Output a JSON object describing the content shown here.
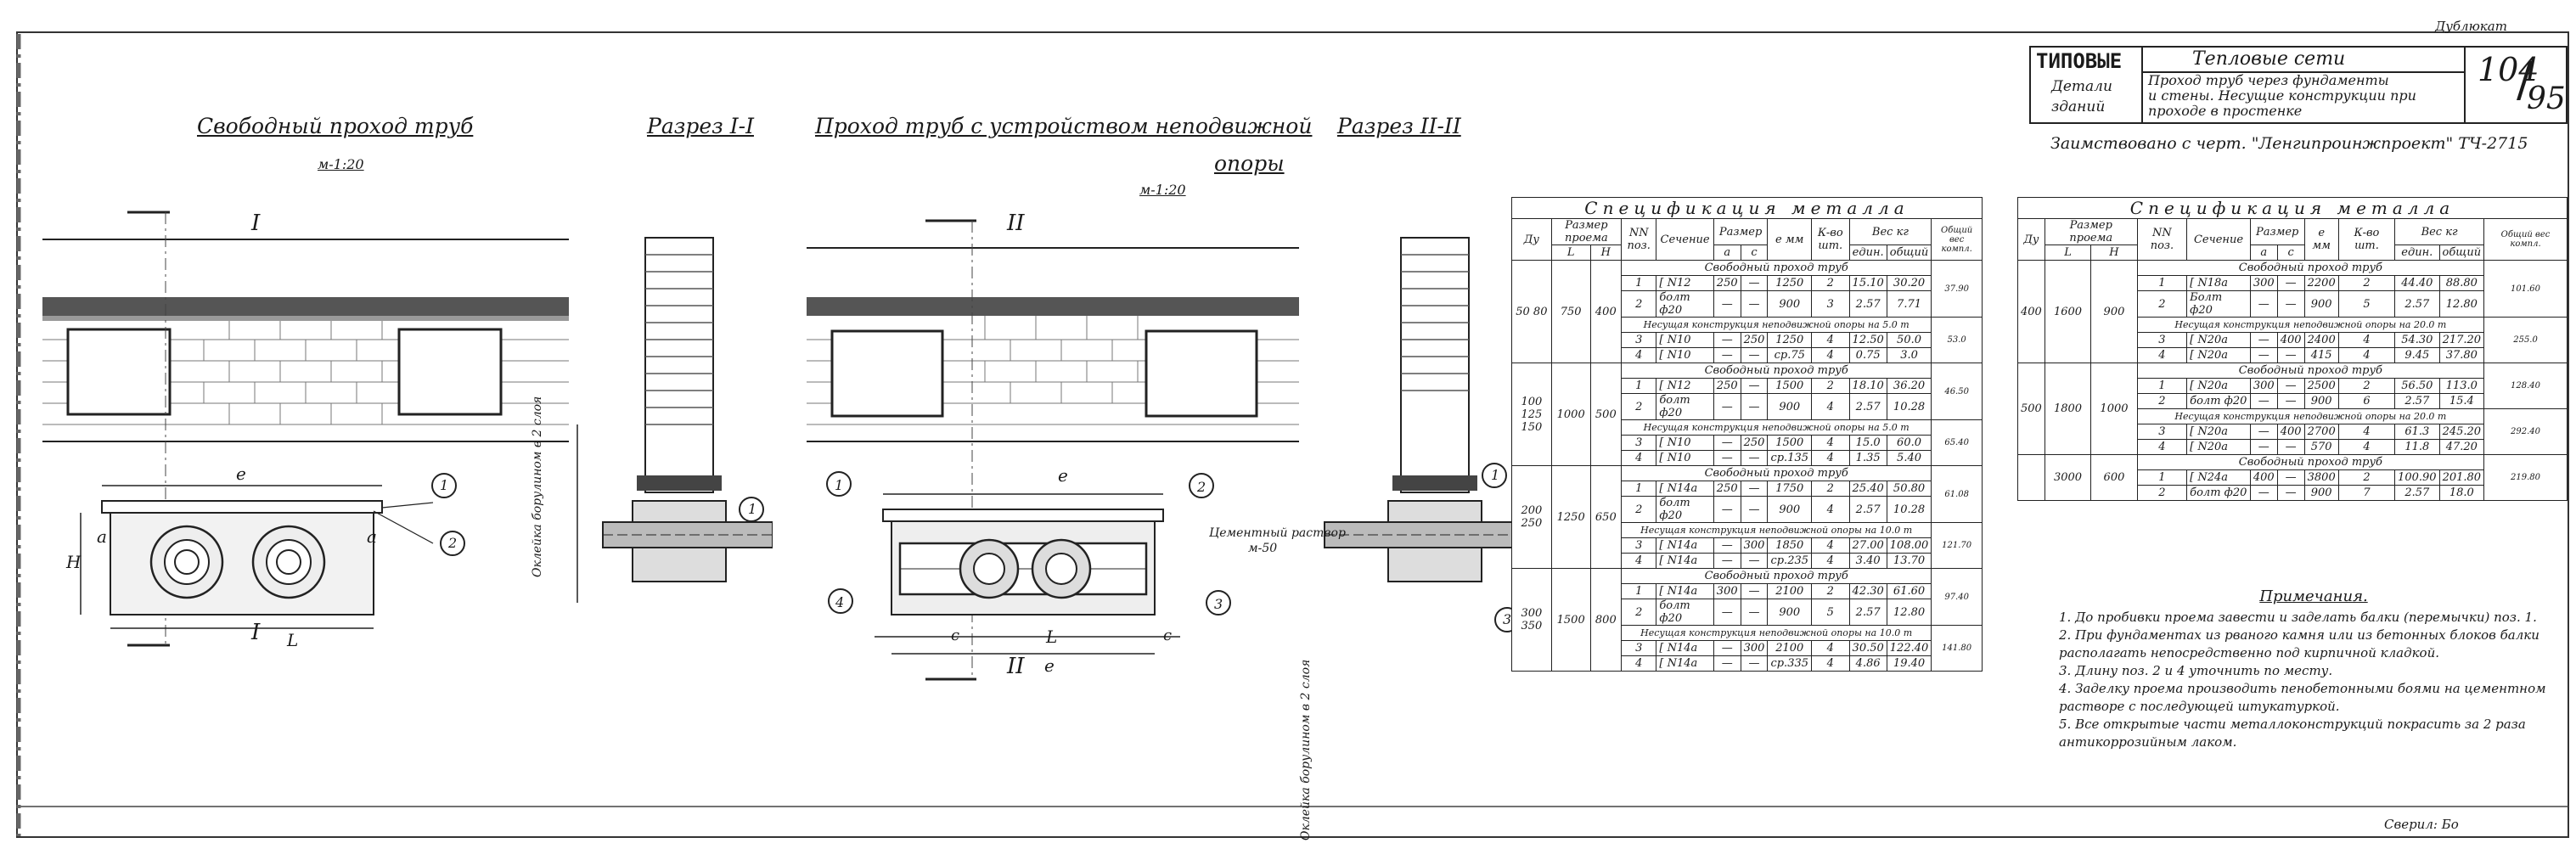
{
  "corner_note": "Дублюкат",
  "stamp": {
    "series_label": "ТИПОВЫЕ",
    "sub1": "Детали",
    "sub2": "зданий",
    "heading": "Тепловые сети",
    "desc1": "Проход труб через фундаменты",
    "desc2": "и стены. Несущие конструкции при",
    "desc3": "проходе в простенке",
    "sheet_top": "104",
    "sheet_bottom": "95"
  },
  "borrowed_note": "Заимствовано с черт. \"Ленгипроинжпроект\" ТЧ-2715",
  "views": {
    "free_title": "Свободный проход труб",
    "free_scale": "м-1:20",
    "section1_title": "Разрез I-I",
    "fixed_title": "Проход труб с устройством неподвижной",
    "fixed_title2": "опоры",
    "fixed_scale": "м-1:20",
    "section2_title": "Разрез II-II"
  },
  "drawing_labels": {
    "mark_I": "I",
    "mark_II": "II",
    "dim_e": "e",
    "dim_a": "a",
    "dim_L": "L",
    "dim_H": "H",
    "dim_c": "c",
    "callouts": [
      "1",
      "2",
      "3",
      "4"
    ],
    "lining": "Оклейка борулином в 2 слоя",
    "cement": "Цементный раствор",
    "cement_mark": "м-50"
  },
  "spec_left": {
    "caption": "Спецификация металла",
    "headers": {
      "dy": "Ду",
      "size_group": "Размер проема",
      "L": "L",
      "H": "H",
      "pos": "NN поз.",
      "section": "Сечение",
      "dim_group": "Размер",
      "a": "a",
      "c": "c",
      "e": "e мм",
      "qty": "К-во шт.",
      "weight_group": "Вес кг",
      "unit": "един.",
      "total": "общий",
      "grand": "Общий вес компл."
    },
    "groups": [
      {
        "dy": "50 80",
        "L": "750",
        "H": "400",
        "label_a": "Свободный проход труб",
        "rows_a": [
          {
            "pos": "1",
            "section": "[ N12",
            "a": "250",
            "c": "—",
            "e": "1250",
            "qty": "2",
            "unit": "15.10",
            "total": "30.20"
          },
          {
            "pos": "2",
            "section": "болт ф20",
            "a": "—",
            "c": "—",
            "e": "900",
            "qty": "3",
            "unit": "2.57",
            "total": "7.71"
          }
        ],
        "grand_a": "37.90",
        "label_b": "Несущая конструкция неподвижной опоры на 5.0 т",
        "rows_b": [
          {
            "pos": "3",
            "section": "[ N10",
            "a": "—",
            "c": "250",
            "e": "1250",
            "qty": "4",
            "unit": "12.50",
            "total": "50.0"
          },
          {
            "pos": "4",
            "section": "[ N10",
            "a": "—",
            "c": "—",
            "e": "ср.75",
            "qty": "4",
            "unit": "0.75",
            "total": "3.0"
          }
        ],
        "grand_b": "53.0"
      },
      {
        "dy": "100 125 150",
        "L": "1000",
        "H": "500",
        "label_a": "Свободный проход труб",
        "rows_a": [
          {
            "pos": "1",
            "section": "[ N12",
            "a": "250",
            "c": "—",
            "e": "1500",
            "qty": "2",
            "unit": "18.10",
            "total": "36.20"
          },
          {
            "pos": "2",
            "section": "болт ф20",
            "a": "—",
            "c": "—",
            "e": "900",
            "qty": "4",
            "unit": "2.57",
            "total": "10.28"
          }
        ],
        "grand_a": "46.50",
        "label_b": "Несущая конструкция неподвижной опоры на 5.0 т",
        "rows_b": [
          {
            "pos": "3",
            "section": "[ N10",
            "a": "—",
            "c": "250",
            "e": "1500",
            "qty": "4",
            "unit": "15.0",
            "total": "60.0"
          },
          {
            "pos": "4",
            "section": "[ N10",
            "a": "—",
            "c": "—",
            "e": "ср.135",
            "qty": "4",
            "unit": "1.35",
            "total": "5.40"
          }
        ],
        "grand_b": "65.40"
      },
      {
        "dy": "200 250",
        "L": "1250",
        "H": "650",
        "label_a": "Свободный проход труб",
        "rows_a": [
          {
            "pos": "1",
            "section": "[ N14a",
            "a": "250",
            "c": "—",
            "e": "1750",
            "qty": "2",
            "unit": "25.40",
            "total": "50.80"
          },
          {
            "pos": "2",
            "section": "болт ф20",
            "a": "—",
            "c": "—",
            "e": "900",
            "qty": "4",
            "unit": "2.57",
            "total": "10.28"
          }
        ],
        "grand_a": "61.08",
        "label_b": "Несущая конструкция неподвижной опоры на 10.0 т",
        "rows_b": [
          {
            "pos": "3",
            "section": "[ N14a",
            "a": "—",
            "c": "300",
            "e": "1850",
            "qty": "4",
            "unit": "27.00",
            "total": "108.00"
          },
          {
            "pos": "4",
            "section": "[ N14a",
            "a": "—",
            "c": "—",
            "e": "ср.235",
            "qty": "4",
            "unit": "3.40",
            "total": "13.70"
          }
        ],
        "grand_b": "121.70"
      },
      {
        "dy": "300 350",
        "L": "1500",
        "H": "800",
        "label_a": "Свободный проход труб",
        "rows_a": [
          {
            "pos": "1",
            "section": "[ N14a",
            "a": "300",
            "c": "—",
            "e": "2100",
            "qty": "2",
            "unit": "42.30",
            "total": "61.60"
          },
          {
            "pos": "2",
            "section": "болт ф20",
            "a": "—",
            "c": "—",
            "e": "900",
            "qty": "5",
            "unit": "2.57",
            "total": "12.80"
          }
        ],
        "grand_a": "97.40",
        "label_b": "Несущая конструкция неподвижной опоры на 10.0 т",
        "rows_b": [
          {
            "pos": "3",
            "section": "[ N14a",
            "a": "—",
            "c": "300",
            "e": "2100",
            "qty": "4",
            "unit": "30.50",
            "total": "122.40"
          },
          {
            "pos": "4",
            "section": "[ N14a",
            "a": "—",
            "c": "—",
            "e": "ср.335",
            "qty": "4",
            "unit": "4.86",
            "total": "19.40"
          }
        ],
        "grand_b": "141.80"
      }
    ]
  },
  "spec_right": {
    "caption": "Спецификация металла",
    "headers": {
      "dy": "Ду",
      "size_group": "Размер проема",
      "L": "L",
      "H": "H",
      "pos": "NN поз.",
      "section": "Сечение",
      "dim_group": "Размер",
      "a": "a",
      "c": "c",
      "e": "e мм",
      "qty": "К-во шт.",
      "weight_group": "Вес кг",
      "unit": "един.",
      "total": "общий",
      "grand": "Общий вес компл."
    },
    "groups": [
      {
        "dy": "400",
        "L": "1600",
        "H": "900",
        "label_a": "Свободный проход труб",
        "rows_a": [
          {
            "pos": "1",
            "section": "[ N18a",
            "a": "300",
            "c": "—",
            "e": "2200",
            "qty": "2",
            "unit": "44.40",
            "total": "88.80"
          },
          {
            "pos": "2",
            "section": "Болт ф20",
            "a": "—",
            "c": "—",
            "e": "900",
            "qty": "5",
            "unit": "2.57",
            "total": "12.80"
          }
        ],
        "grand_a": "101.60",
        "label_b": "Несущая конструкция неподвижной опоры на 20.0 т",
        "rows_b": [
          {
            "pos": "3",
            "section": "[ N20a",
            "a": "—",
            "c": "400",
            "e": "2400",
            "qty": "4",
            "unit": "54.30",
            "total": "217.20"
          },
          {
            "pos": "4",
            "section": "[ N20a",
            "a": "—",
            "c": "—",
            "e": "415",
            "qty": "4",
            "unit": "9.45",
            "total": "37.80"
          }
        ],
        "grand_b": "255.0"
      },
      {
        "dy": "500",
        "L": "1800",
        "H": "1000",
        "label_a": "Свободный проход труб",
        "rows_a": [
          {
            "pos": "1",
            "section": "[ N20a",
            "a": "300",
            "c": "—",
            "e": "2500",
            "qty": "2",
            "unit": "56.50",
            "total": "113.0"
          },
          {
            "pos": "2",
            "section": "болт ф20",
            "a": "—",
            "c": "—",
            "e": "900",
            "qty": "6",
            "unit": "2.57",
            "total": "15.4"
          }
        ],
        "grand_a": "128.40",
        "label_b": "Несущая конструкция неподвижной опоры на 20.0 т",
        "rows_b": [
          {
            "pos": "3",
            "section": "[ N20a",
            "a": "—",
            "c": "400",
            "e": "2700",
            "qty": "4",
            "unit": "61.3",
            "total": "245.20"
          },
          {
            "pos": "4",
            "section": "[ N20a",
            "a": "—",
            "c": "—",
            "e": "570",
            "qty": "4",
            "unit": "11.8",
            "total": "47.20"
          }
        ],
        "grand_b": "292.40"
      },
      {
        "dy": "",
        "L": "3000",
        "H": "600",
        "label_a": "Свободный проход труб",
        "rows_a": [
          {
            "pos": "1",
            "section": "[ N24a",
            "a": "400",
            "c": "—",
            "e": "3800",
            "qty": "2",
            "unit": "100.90",
            "total": "201.80"
          },
          {
            "pos": "2",
            "section": "болт ф20",
            "a": "—",
            "c": "—",
            "e": "900",
            "qty": "7",
            "unit": "2.57",
            "total": "18.0"
          }
        ],
        "grand_a": "219.80"
      }
    ]
  },
  "notes": {
    "title": "Примечания.",
    "items": [
      "1. До пробивки проема завести и заделать балки (перемычки) поз. 1.",
      "2. При фундаментах из рваного камня или из бетонных блоков балки располагать непосредственно под кирпичной кладкой.",
      "3. Длину поз. 2 и 4 уточнить по месту.",
      "4. Заделку проема производить пенобетонными боями на цементном растворе с последующей штукатуркой.",
      "5. Все открытые части металлоконструкций покрасить за 2 раза антикоррозийным лаком."
    ]
  },
  "signature": "Сверил: Бо"
}
